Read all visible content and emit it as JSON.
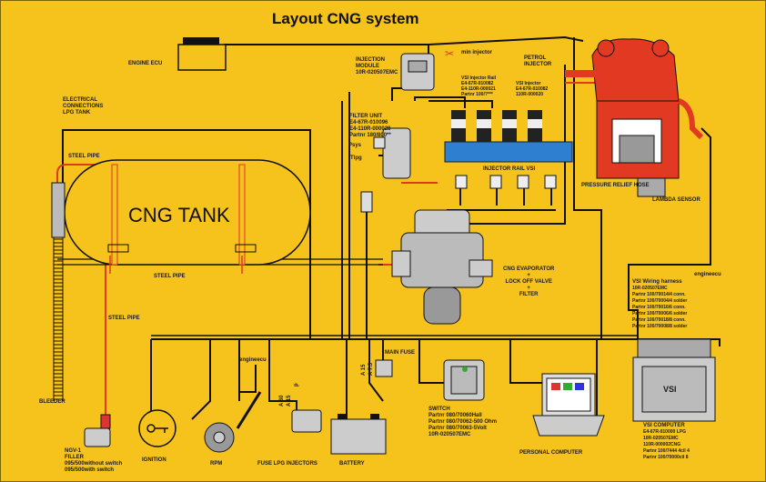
{
  "title": "Layout CNG  system",
  "labels": {
    "engine_ecu": "ENGINE ECU",
    "injection_module": [
      "INJECTION",
      "MODULE",
      "10R-020507EMC"
    ],
    "min_injector": "min injector",
    "petrol_injector": [
      "PETROL",
      "INJECTOR"
    ],
    "vsi_injector_rail": [
      "VSI Injector Rail",
      "E4-67R-010082",
      "E4-110R-000021",
      "Partnr 100/?***"
    ],
    "vsi_injector": [
      "VSI Injector",
      "E4-67R-010082",
      "110R-000020"
    ],
    "electrical_connections": [
      "ELECTRICAL",
      "CONNECTIONS",
      "LPG TANK"
    ],
    "filter_unit": [
      "FILTER UNIT",
      "E4-67R-010096",
      "E4-110R-000028",
      "Partnr 180/800**"
    ],
    "psys": "Psys",
    "tlpg": "Tlpg",
    "injector_rail_vsi": "INJECTOR  RAIL  VSI",
    "pressure_relief_hose": "PRESSURE RELIEF HOSE",
    "lambda_sensor": "LAMBDA SENSOR",
    "steel_pipe_top": "STEEL PIPE",
    "steel_pipe_mid": "STEEL PIPE",
    "steel_pipe_left": "STEEL PIPE",
    "cng_tank": "CNG TANK",
    "cng_evaporator": [
      "CNG EVAPORATOR",
      "+",
      "LOCK OFF VALVE",
      "+",
      "FILTER"
    ],
    "engine_ecu_right": "engineecu",
    "vsi_wiring_harness": [
      "VSI Wiring harness",
      "10R-020507EMC",
      "Partnr 100/70014/4 conn.",
      "Partnr 100/70004/4 solder",
      "Partnr 100/70016/6 conn.",
      "Partnr 100/70006/6 solder",
      "Partnr 100/70018/8 conn.",
      "Partnr 100/70008/8 solder"
    ],
    "engine_ecu_left": "engineecu",
    "main_fuse": "MAIN FUSE",
    "fuse_amps": [
      "A 15",
      "A 7.5"
    ],
    "fuse_lpg_amps": [
      "A 30",
      "A 15",
      "p"
    ],
    "switch": [
      "SWITCH",
      "Partnr 080/70060Hall",
      "Partnr 080/70062-500 Ohm",
      "Partnr 080/70063-5Volt",
      "10R-020507EMC"
    ],
    "vsi_box": "VSI",
    "vsi_computer": [
      "VSI COMPUTER",
      "E4-67R-010000 LPG",
      "10R-020507EMC",
      "110R-000002CNG",
      "Partnr 100/7444 4cil 4",
      "Partnr 100/70000cil 8"
    ],
    "bleeder": "BLEEDER",
    "ngv_filler": [
      "NGV-1",
      "FILLER",
      "095/500without switch",
      "095/500with switch"
    ],
    "ignition": "IGNITION",
    "rpm": "RPM",
    "fuse_lpg_injectors": "FUSE LPG INJECTORS",
    "battery": "BATTERY",
    "personal_computer": "PERSONAL  COMPUTER"
  },
  "colors": {
    "background": "#f6c21c",
    "wire": "#111111",
    "gas_pipe": "#e03a1c",
    "injector_rail": "#2f7fd0",
    "engine_block": "#e23a22",
    "component_grey": "#d8d8d8"
  }
}
